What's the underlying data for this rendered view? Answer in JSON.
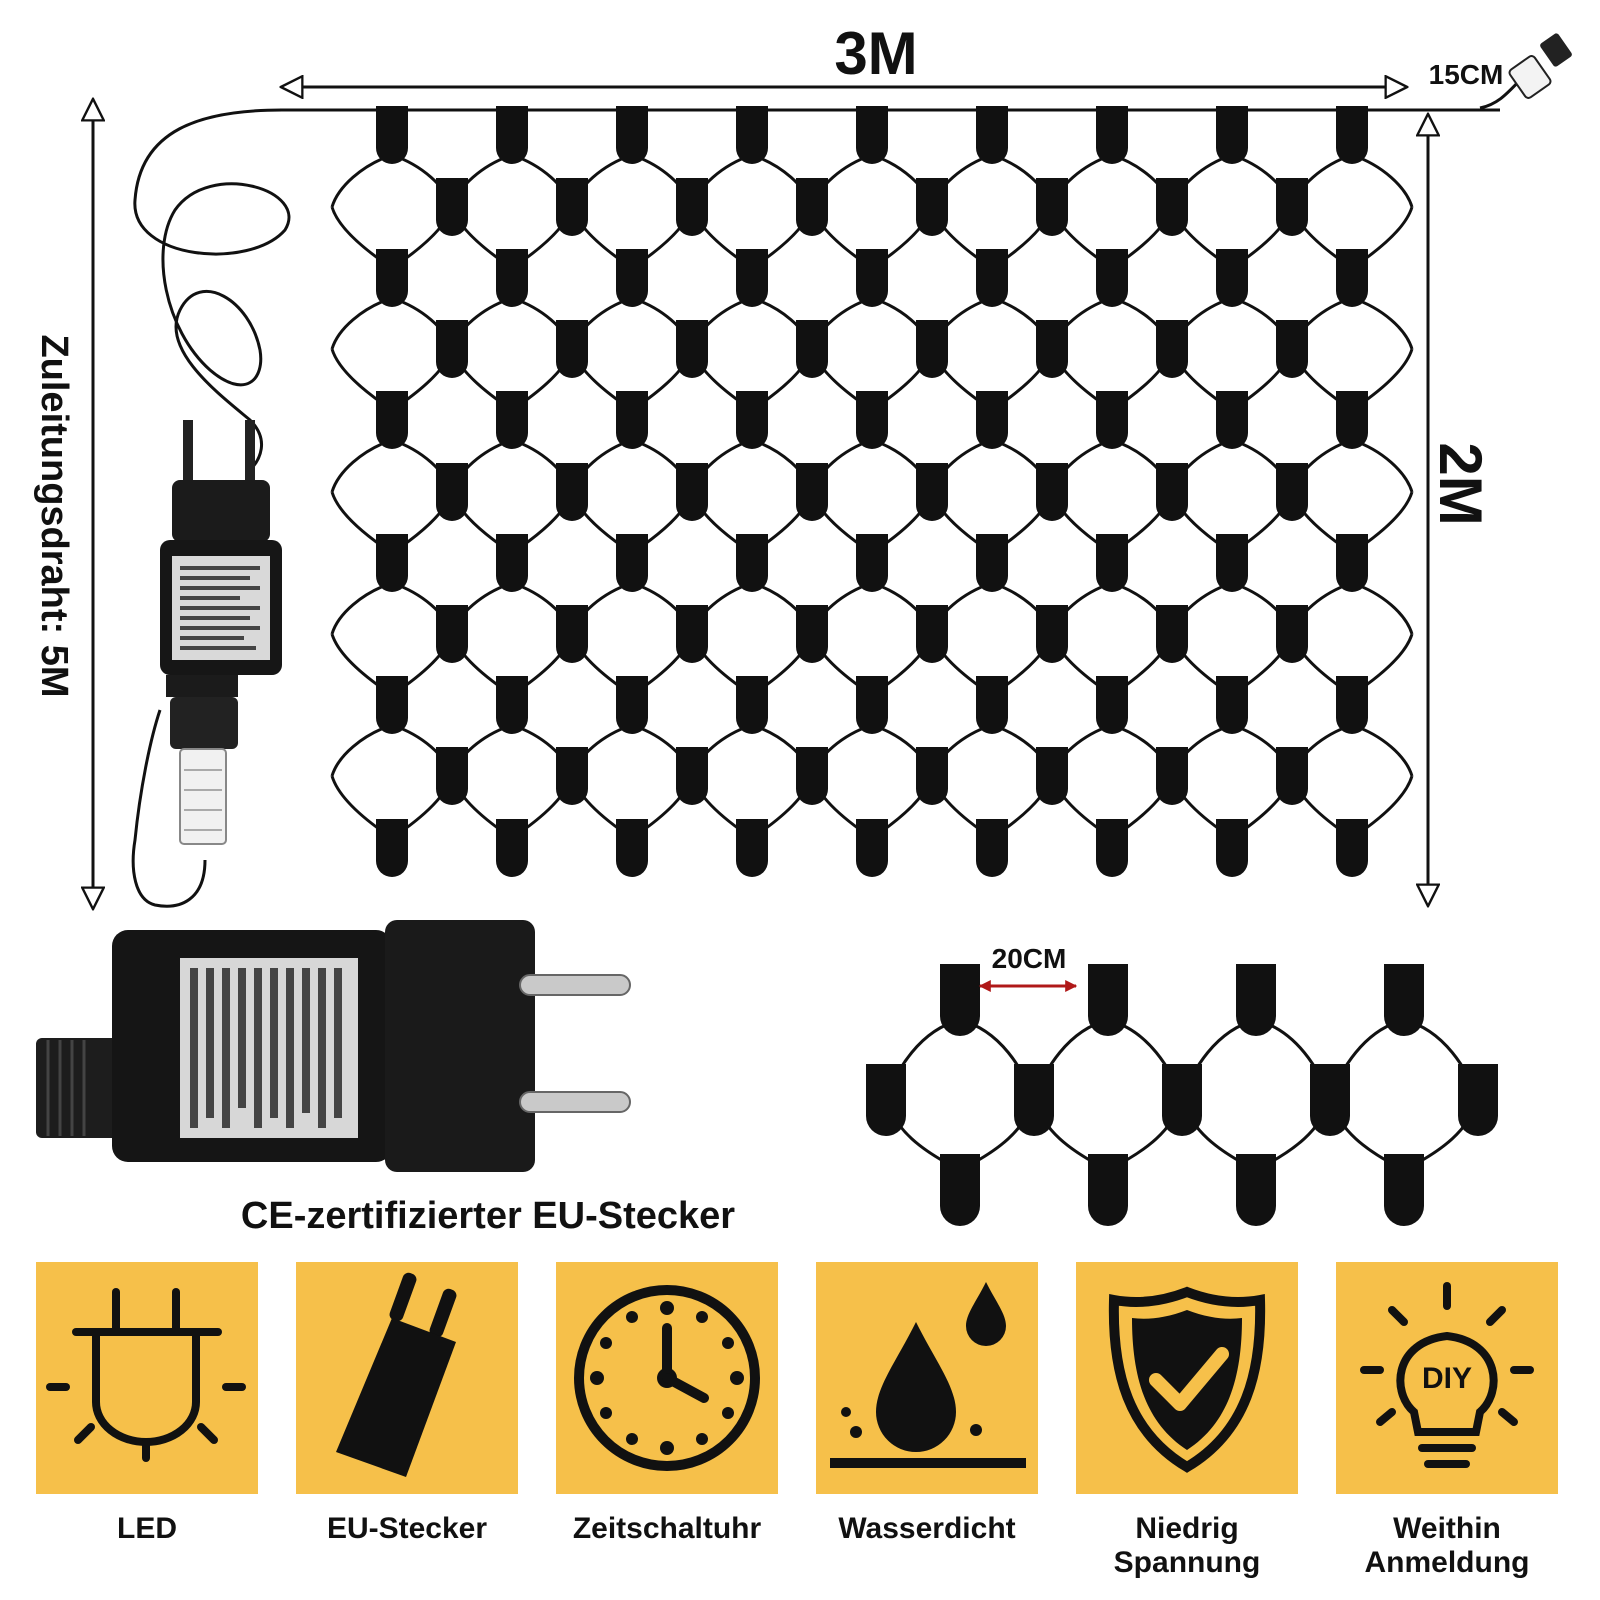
{
  "dimensions": {
    "width_label": "3M",
    "height_label": "2M",
    "lead_wire_label": "Zuleitungsdraht: 5M",
    "end_cable_label": "15CM",
    "bulb_spacing_label": "20CM"
  },
  "adapter_caption": "CE-zertifizierter EU-Stecker",
  "colors": {
    "tile_background": "#f6c04a",
    "ink": "#111111",
    "spacing_arrow": "#b01818"
  },
  "features": [
    {
      "icon": "led-icon",
      "label": "LED"
    },
    {
      "icon": "eu-plug-icon",
      "label": "EU-Stecker"
    },
    {
      "icon": "clock-icon",
      "label": "Zeitschaltuhr"
    },
    {
      "icon": "water-drops-icon",
      "label": "Wasserdicht"
    },
    {
      "icon": "shield-check-icon",
      "label": "Niedrig\nSpannung"
    },
    {
      "icon": "diy-bulb-icon",
      "label": "Weithin\nAnmeldung"
    }
  ]
}
